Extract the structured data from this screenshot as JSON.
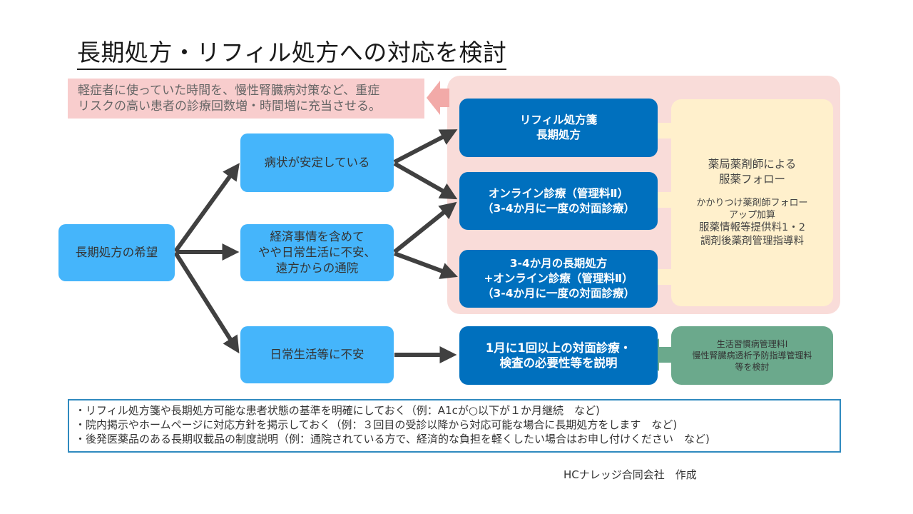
{
  "title": "長期処方・リフィル処方への対応を検討",
  "note_top": {
    "lines": [
      "軽症者に使っていた時間を、慢性腎臓病対策など、重症",
      "リスクの高い患者の診療回数増・時間増に充当させる。"
    ]
  },
  "start_box": {
    "label": "長期処方の希望"
  },
  "condition_boxes": [
    {
      "lines": [
        "病状が安定している"
      ]
    },
    {
      "lines": [
        "経済事情を含めて",
        "やや日常生活に不安、",
        "遠方からの通院"
      ]
    },
    {
      "lines": [
        "日常生活等に不安"
      ]
    }
  ],
  "option_boxes": [
    {
      "lines": [
        "リフィル処方箋",
        "長期処方"
      ]
    },
    {
      "lines": [
        "オンライン診療（管理料Ⅱ）",
        "（3-4か月に一度の対面診療）"
      ]
    },
    {
      "lines": [
        "3-4か月の長期処方",
        "+オンライン診療（管理料Ⅱ）",
        "（3-4か月に一度の対面診療）"
      ]
    },
    {
      "lines": [
        "1月に1回以上の対面診療・",
        "検査の必要性等を説明"
      ]
    }
  ],
  "pharmacy_box": {
    "heading": [
      "薬局薬剤師による",
      "服薬フォロー"
    ],
    "items_small": [
      "かかりつけ薬剤師フォロー",
      "アップ加算"
    ],
    "items": [
      "服薬情報等提供料1・2",
      "調剤後薬剤管理指導料"
    ]
  },
  "green_box": {
    "lines": [
      "生活習慣病管理料Ⅰ",
      "慢性腎臓病透析予防指導管理料",
      "等を検討"
    ]
  },
  "bottom_notes": [
    "・リフィル処方箋や長期処方可能な患者状態の基準を明確にしておく（例：A1cが○以下が１か月継続　など)",
    "・院内掲示やホームページに対応方針を掲示しておく（例：３回目の受診以降から対応可能な場合に長期処方をします　など)",
    "・後発医薬品のある長期収載品の制度説明（例：通院されている方で、経済的な負担を軽くしたい場合はお申し付けください　など)"
  ],
  "credit": "HCナレッジ合同会社　作成",
  "colors": {
    "light_blue": "#45b5fb",
    "dark_blue": "#0070be",
    "pink_bg": "#f9dcd9",
    "pink_note": "#f8cdcd",
    "yellow": "#fff0cc",
    "green": "#6ba98c",
    "arrow": "#404040",
    "border_blue": "#2f8abf"
  }
}
